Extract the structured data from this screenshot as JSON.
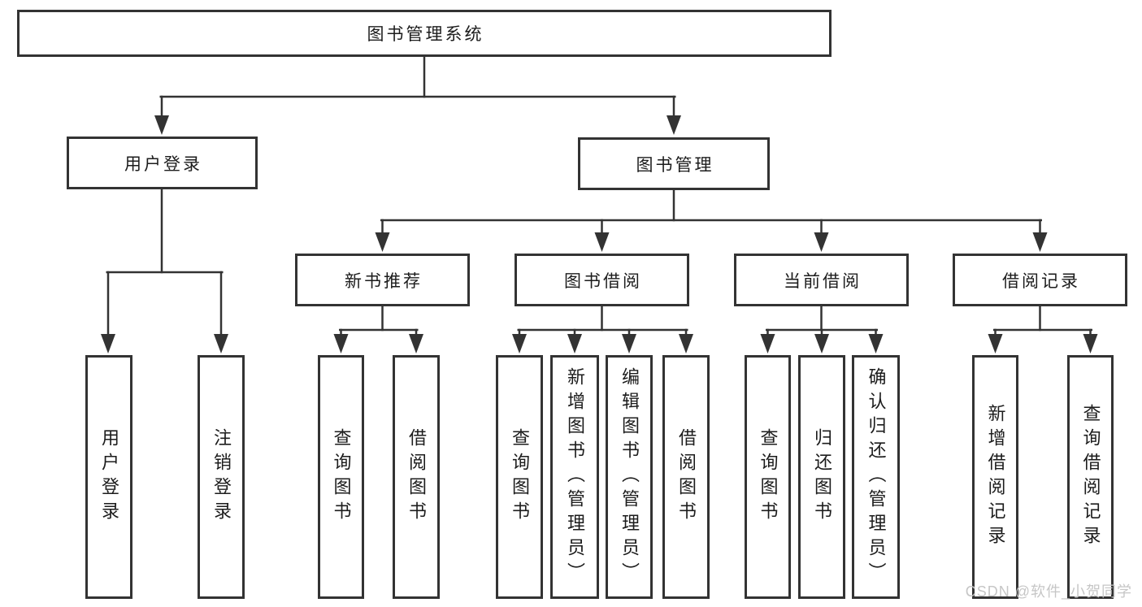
{
  "diagram": {
    "root": {
      "label": "图书管理系统"
    },
    "branches": [
      {
        "label": "用户登录",
        "children": [
          {
            "label": "用户登录"
          },
          {
            "label": "注销登录"
          }
        ]
      },
      {
        "label": "图书管理",
        "children": [
          {
            "label": "新书推荐",
            "children": [
              {
                "label": "查询图书"
              },
              {
                "label": "借阅图书"
              }
            ]
          },
          {
            "label": "图书借阅",
            "children": [
              {
                "label": "查询图书"
              },
              {
                "label": "新增图书（管理员）"
              },
              {
                "label": "编辑图书（管理员）"
              },
              {
                "label": "借阅图书"
              }
            ]
          },
          {
            "label": "当前借阅",
            "children": [
              {
                "label": "查询图书"
              },
              {
                "label": "归还图书"
              },
              {
                "label": "确认归还（管理员）"
              }
            ]
          },
          {
            "label": "借阅记录",
            "children": [
              {
                "label": "新增借阅记录"
              },
              {
                "label": "查询借阅记录"
              }
            ]
          }
        ]
      }
    ]
  },
  "watermark": {
    "text": "CSDN @软件_小贺同学"
  },
  "colors": {
    "line": "#333333",
    "border": "#333333",
    "text": "#1c1c1c",
    "watermark": "#c6c6c6",
    "background": "#ffffff"
  }
}
